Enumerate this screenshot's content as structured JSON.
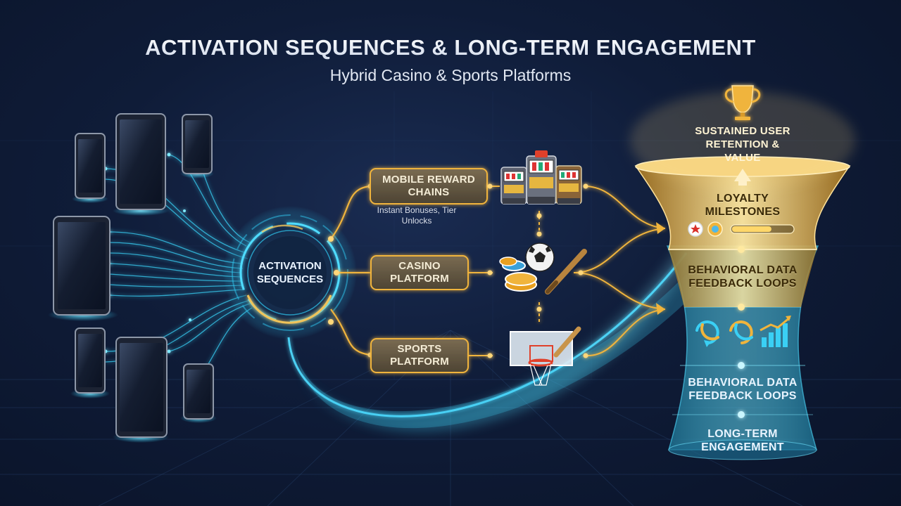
{
  "header": {
    "title": "ACTIVATION SEQUENCES & LONG-TERM ENGAGEMENT",
    "subtitle": "Hybrid Casino & Sports Platforms"
  },
  "hub": {
    "label": "ACTIVATION SEQUENCES"
  },
  "nodes": {
    "mobile_rewards": {
      "label": "MOBILE REWARD CHAINS",
      "sub": "Instant Bonuses, Tier Unlocks"
    },
    "casino": {
      "label": "CASINO PLATFORM"
    },
    "sports": {
      "label": "SPORTS PLATFORM"
    }
  },
  "funnel": {
    "top": "SUSTAINED USER RETENTION & VALUE",
    "loyalty": "LOYALTY MILESTONES",
    "feedback_1": "BEHAVIORAL DATA FEEDBACK LOOPS",
    "feedback_2": "BEHAVIORAL DATA FEEDBACK LOOPS",
    "bottom": "LONG-TERM ENGAGEMENT"
  },
  "icons": {
    "devices": "mobile-device-icon",
    "slots": "slot-machine-icon",
    "chips": "casino-chips-icon",
    "soccer": "soccer-ball-icon",
    "bat": "baseball-bat-icon",
    "hoop": "basketball-hoop-icon",
    "trophy": "trophy-icon",
    "cycle": "refresh-cycle-icon",
    "growth": "growth-chart-icon"
  },
  "colors": {
    "gold": "#f0b43c",
    "cyan": "#39d3f5",
    "background": "#0f1c38"
  },
  "loyalty_progress": 0.65
}
